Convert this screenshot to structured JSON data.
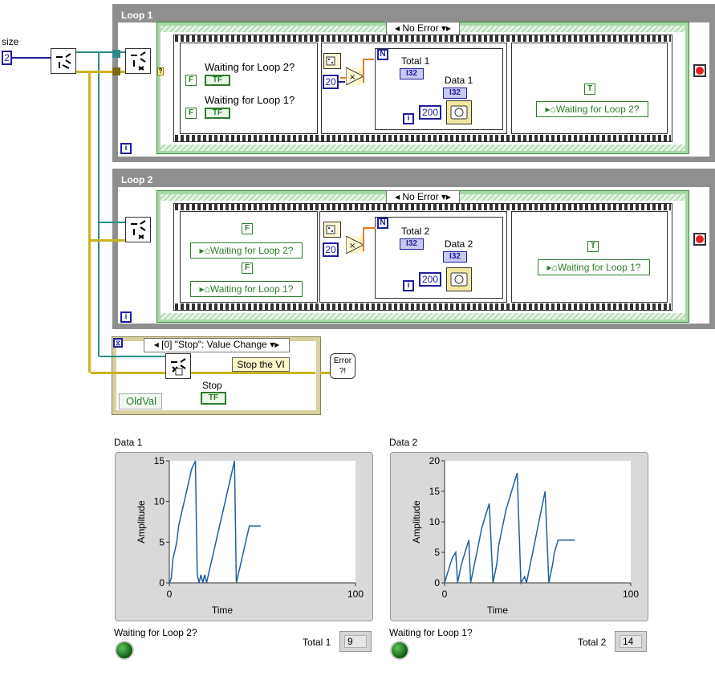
{
  "size_control": {
    "label": "size",
    "value": "2"
  },
  "loops": [
    {
      "title": "Loop 1",
      "case_selector": "No Error",
      "frame1": {
        "labels": [
          "Waiting for Loop 2?",
          "Waiting for Loop 1?"
        ],
        "constants": [
          "F",
          "F"
        ],
        "indicator_text": "TF"
      },
      "frame2": {
        "multiplier": "20",
        "N": "N",
        "total_label": "Total 1",
        "data_label": "Data 1",
        "i32": "I32",
        "wait_ms": "200",
        "i": "i"
      },
      "frame3": {
        "constant": "T",
        "local_var": "Waiting for Loop 2?"
      },
      "iteration": "i"
    },
    {
      "title": "Loop 2",
      "case_selector": "No Error",
      "frame1": {
        "constants": [
          "F",
          "F"
        ],
        "local_vars": [
          "Waiting for Loop 2?",
          "Waiting for Loop 1?"
        ]
      },
      "frame2": {
        "multiplier": "20",
        "N": "N",
        "total_label": "Total 2",
        "data_label": "Data 2",
        "i32": "I32",
        "wait_ms": "200",
        "i": "i"
      },
      "frame3": {
        "constant": "T",
        "local_var": "Waiting for Loop 1?"
      },
      "iteration": "i"
    }
  ],
  "event_structure": {
    "selector": "[0] \"Stop\": Value Change",
    "stop_label": "Stop the VI",
    "stop_control": "Stop",
    "stop_indicator": "TF",
    "oldval": "OldVal",
    "error_node": "Error ?!"
  },
  "graphs": [
    {
      "label": "Data 1",
      "led_label": "Waiting for Loop 2?",
      "total_label": "Total 1",
      "total_value": "9",
      "chart_data": {
        "type": "line",
        "xlabel": "Time",
        "ylabel": "Amplitude",
        "xlim": [
          0,
          100
        ],
        "ylim": [
          0,
          15
        ],
        "x_ticks": [
          "0",
          "100"
        ],
        "y_ticks": [
          "0",
          "5",
          "10",
          "15"
        ],
        "x": [
          0,
          1,
          2,
          3,
          4,
          5,
          6,
          7,
          8,
          9,
          10,
          11,
          12,
          13,
          14,
          15,
          16,
          17,
          18,
          19,
          20,
          21,
          22,
          23,
          24,
          25,
          26,
          27,
          28,
          29,
          30,
          31,
          32,
          33,
          34,
          35,
          36,
          37,
          38,
          39,
          40,
          41,
          42,
          43,
          44,
          45,
          46,
          47,
          48,
          49
        ],
        "values": [
          0,
          0.5,
          3,
          4,
          5,
          7,
          8,
          9,
          10,
          11,
          12,
          13,
          14,
          14.5,
          15,
          1,
          0,
          1,
          0,
          1,
          0,
          1,
          2,
          3,
          4,
          5,
          6,
          7,
          8,
          9,
          10,
          11,
          12,
          13,
          14,
          15,
          0,
          1,
          2,
          3,
          4,
          5,
          6,
          7,
          7,
          7,
          7,
          7,
          7,
          7
        ]
      }
    },
    {
      "label": "Data 2",
      "led_label": "Waiting for Loop 1?",
      "total_label": "Total 2",
      "total_value": "14",
      "chart_data": {
        "type": "line",
        "xlabel": "Time",
        "ylabel": "Amplitude",
        "xlim": [
          0,
          100
        ],
        "ylim": [
          0,
          20
        ],
        "x_ticks": [
          "0",
          "100"
        ],
        "y_ticks": [
          "0",
          "5",
          "10",
          "15",
          "20"
        ],
        "x": [
          0,
          2,
          4,
          6,
          7,
          9,
          11,
          13,
          14,
          16,
          18,
          20,
          22,
          24,
          26,
          28,
          29,
          31,
          33,
          35,
          37,
          39,
          41,
          43,
          44,
          46,
          48,
          50,
          52,
          54,
          56,
          58,
          59,
          61,
          63,
          65,
          67,
          69,
          70
        ],
        "values": [
          0,
          2,
          4,
          5,
          0,
          3,
          5,
          7,
          0,
          3,
          6,
          9,
          11,
          13,
          0,
          3,
          6,
          9,
          12,
          14,
          16,
          18,
          0,
          1,
          0,
          3,
          6,
          9,
          12,
          15,
          0,
          3,
          5,
          7,
          7,
          7,
          7,
          7,
          7
        ]
      }
    }
  ]
}
